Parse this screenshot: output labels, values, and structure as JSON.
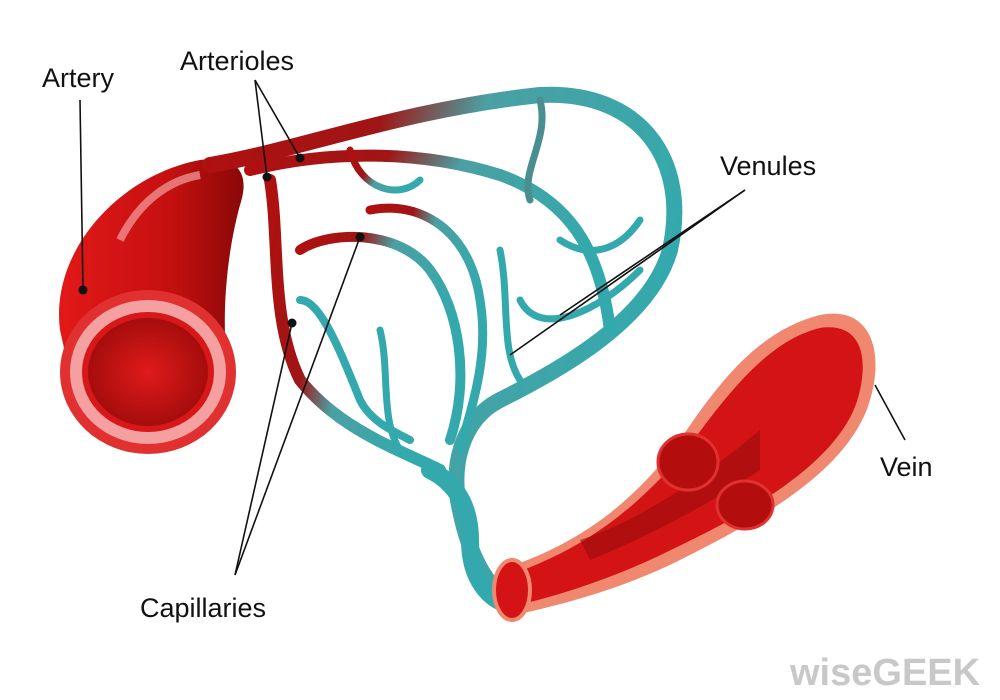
{
  "title": "Blood vessel diagram",
  "labels": {
    "artery": "Artery",
    "arterioles": "Arterioles",
    "venules": "Venules",
    "capillaries": "Capillaries",
    "vein": "Vein"
  },
  "watermark": "wiseGEEK",
  "colors": {
    "artery_red": "#d41414",
    "dark_red": "#9e0c0c",
    "vein_teal": "#34a9ad",
    "highlight_pink": "#f08070"
  }
}
